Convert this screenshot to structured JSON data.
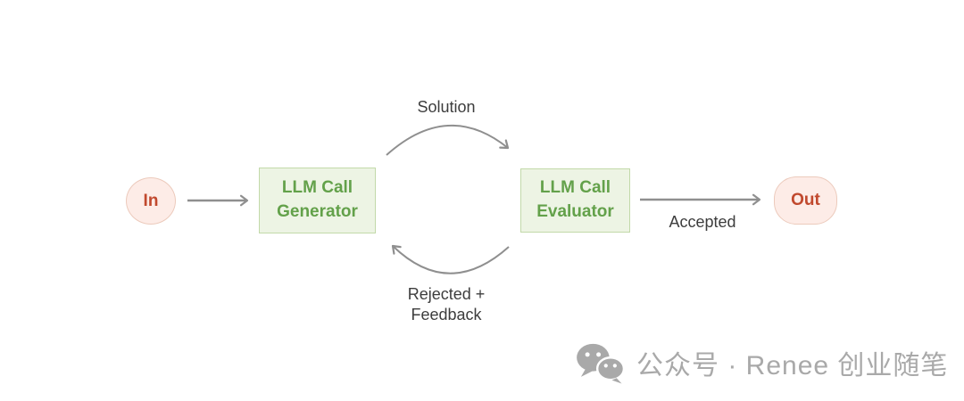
{
  "diagram": {
    "nodes": {
      "input": {
        "label": "In"
      },
      "generator": {
        "label": "LLM Call\nGenerator"
      },
      "evaluator": {
        "label": "LLM Call\nEvaluator"
      },
      "output": {
        "label": "Out"
      }
    },
    "edges": {
      "generator_to_evaluator": {
        "label": "Solution"
      },
      "evaluator_to_output": {
        "label": "Accepted"
      },
      "evaluator_to_generator": {
        "label": "Rejected +\nFeedback"
      }
    }
  },
  "watermark": {
    "icon": "wechat-icon",
    "text": "公众号 · Renee 创业随笔"
  },
  "colors": {
    "background": "#ffffff",
    "node_pink_bg": "#fdece7",
    "node_pink_border": "#eccabc",
    "node_red_text": "#c1492e",
    "box_green_bg": "#edf4e4",
    "box_green_border": "#c2d9a9",
    "box_green_text": "#63a14a",
    "arrow_gray": "#8f8f8f",
    "label_text": "#3d3d3d",
    "watermark_gray": "#a9a9a9"
  }
}
